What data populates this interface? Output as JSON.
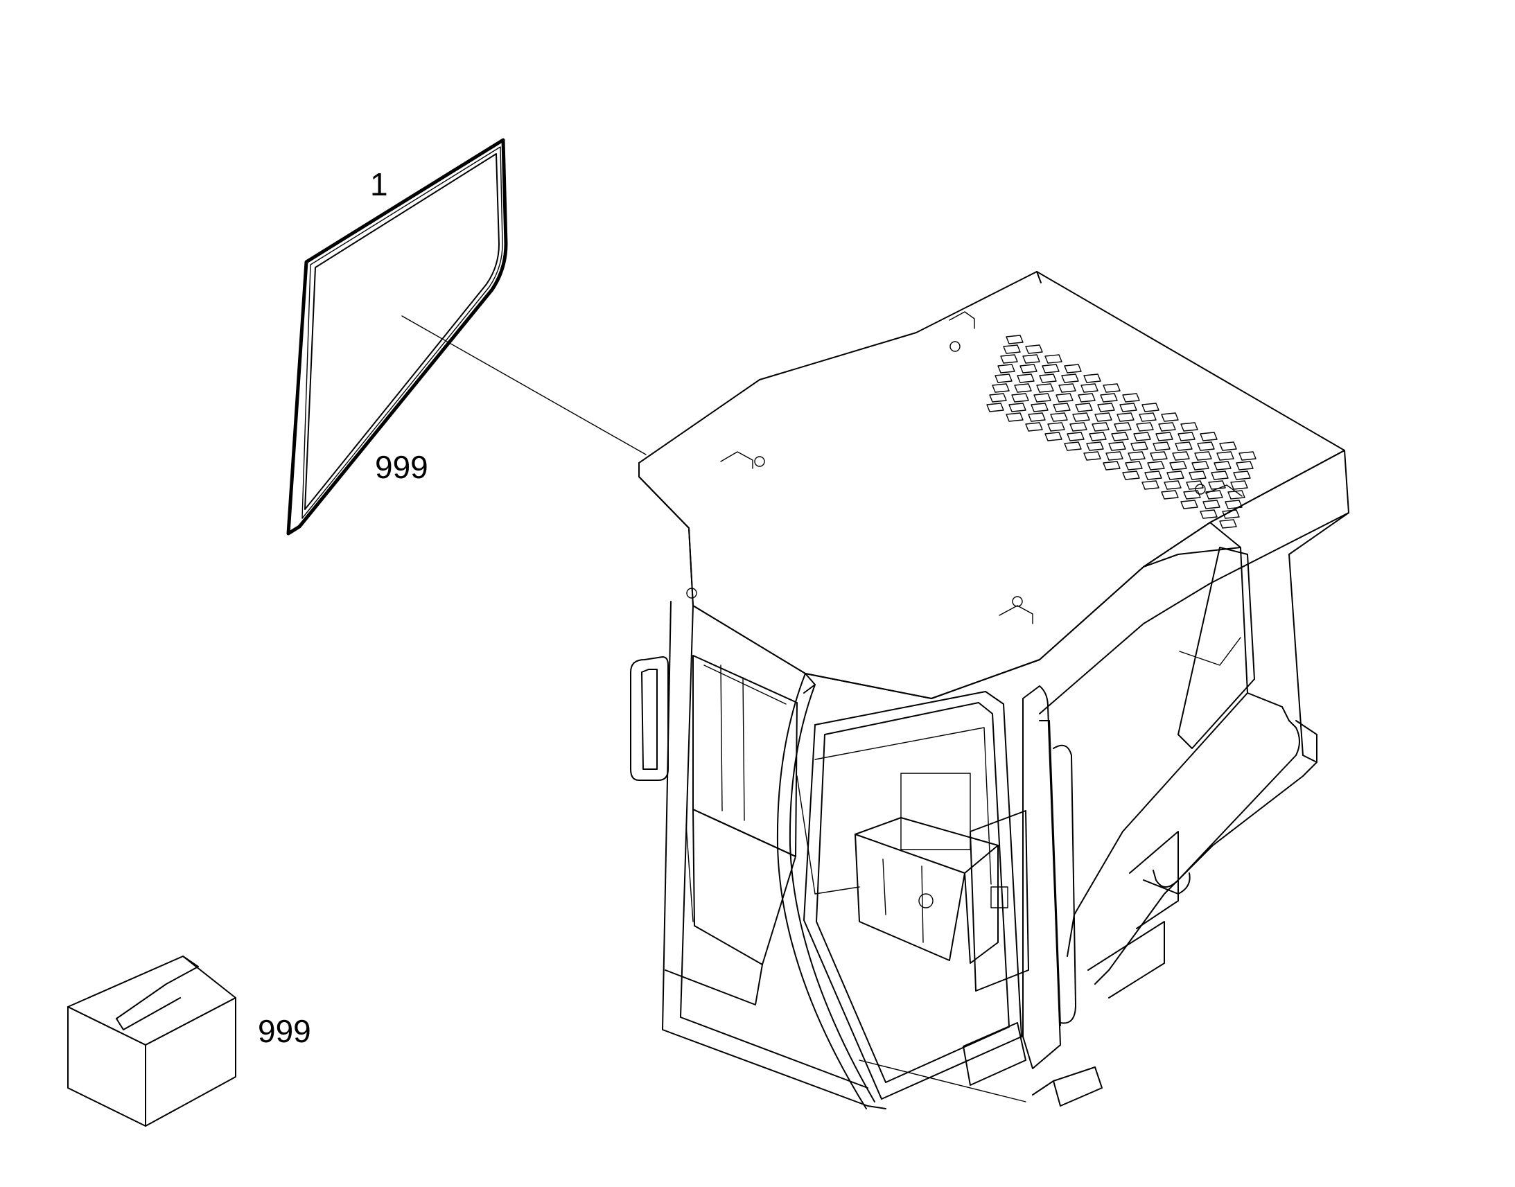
{
  "callouts": {
    "window_glass_item": "1",
    "window_seal_item": "999",
    "kit_box_item": "999"
  },
  "colors": {
    "line": "#000000",
    "background": "#ffffff"
  },
  "icons": {
    "kit_box": "package-box-icon"
  }
}
